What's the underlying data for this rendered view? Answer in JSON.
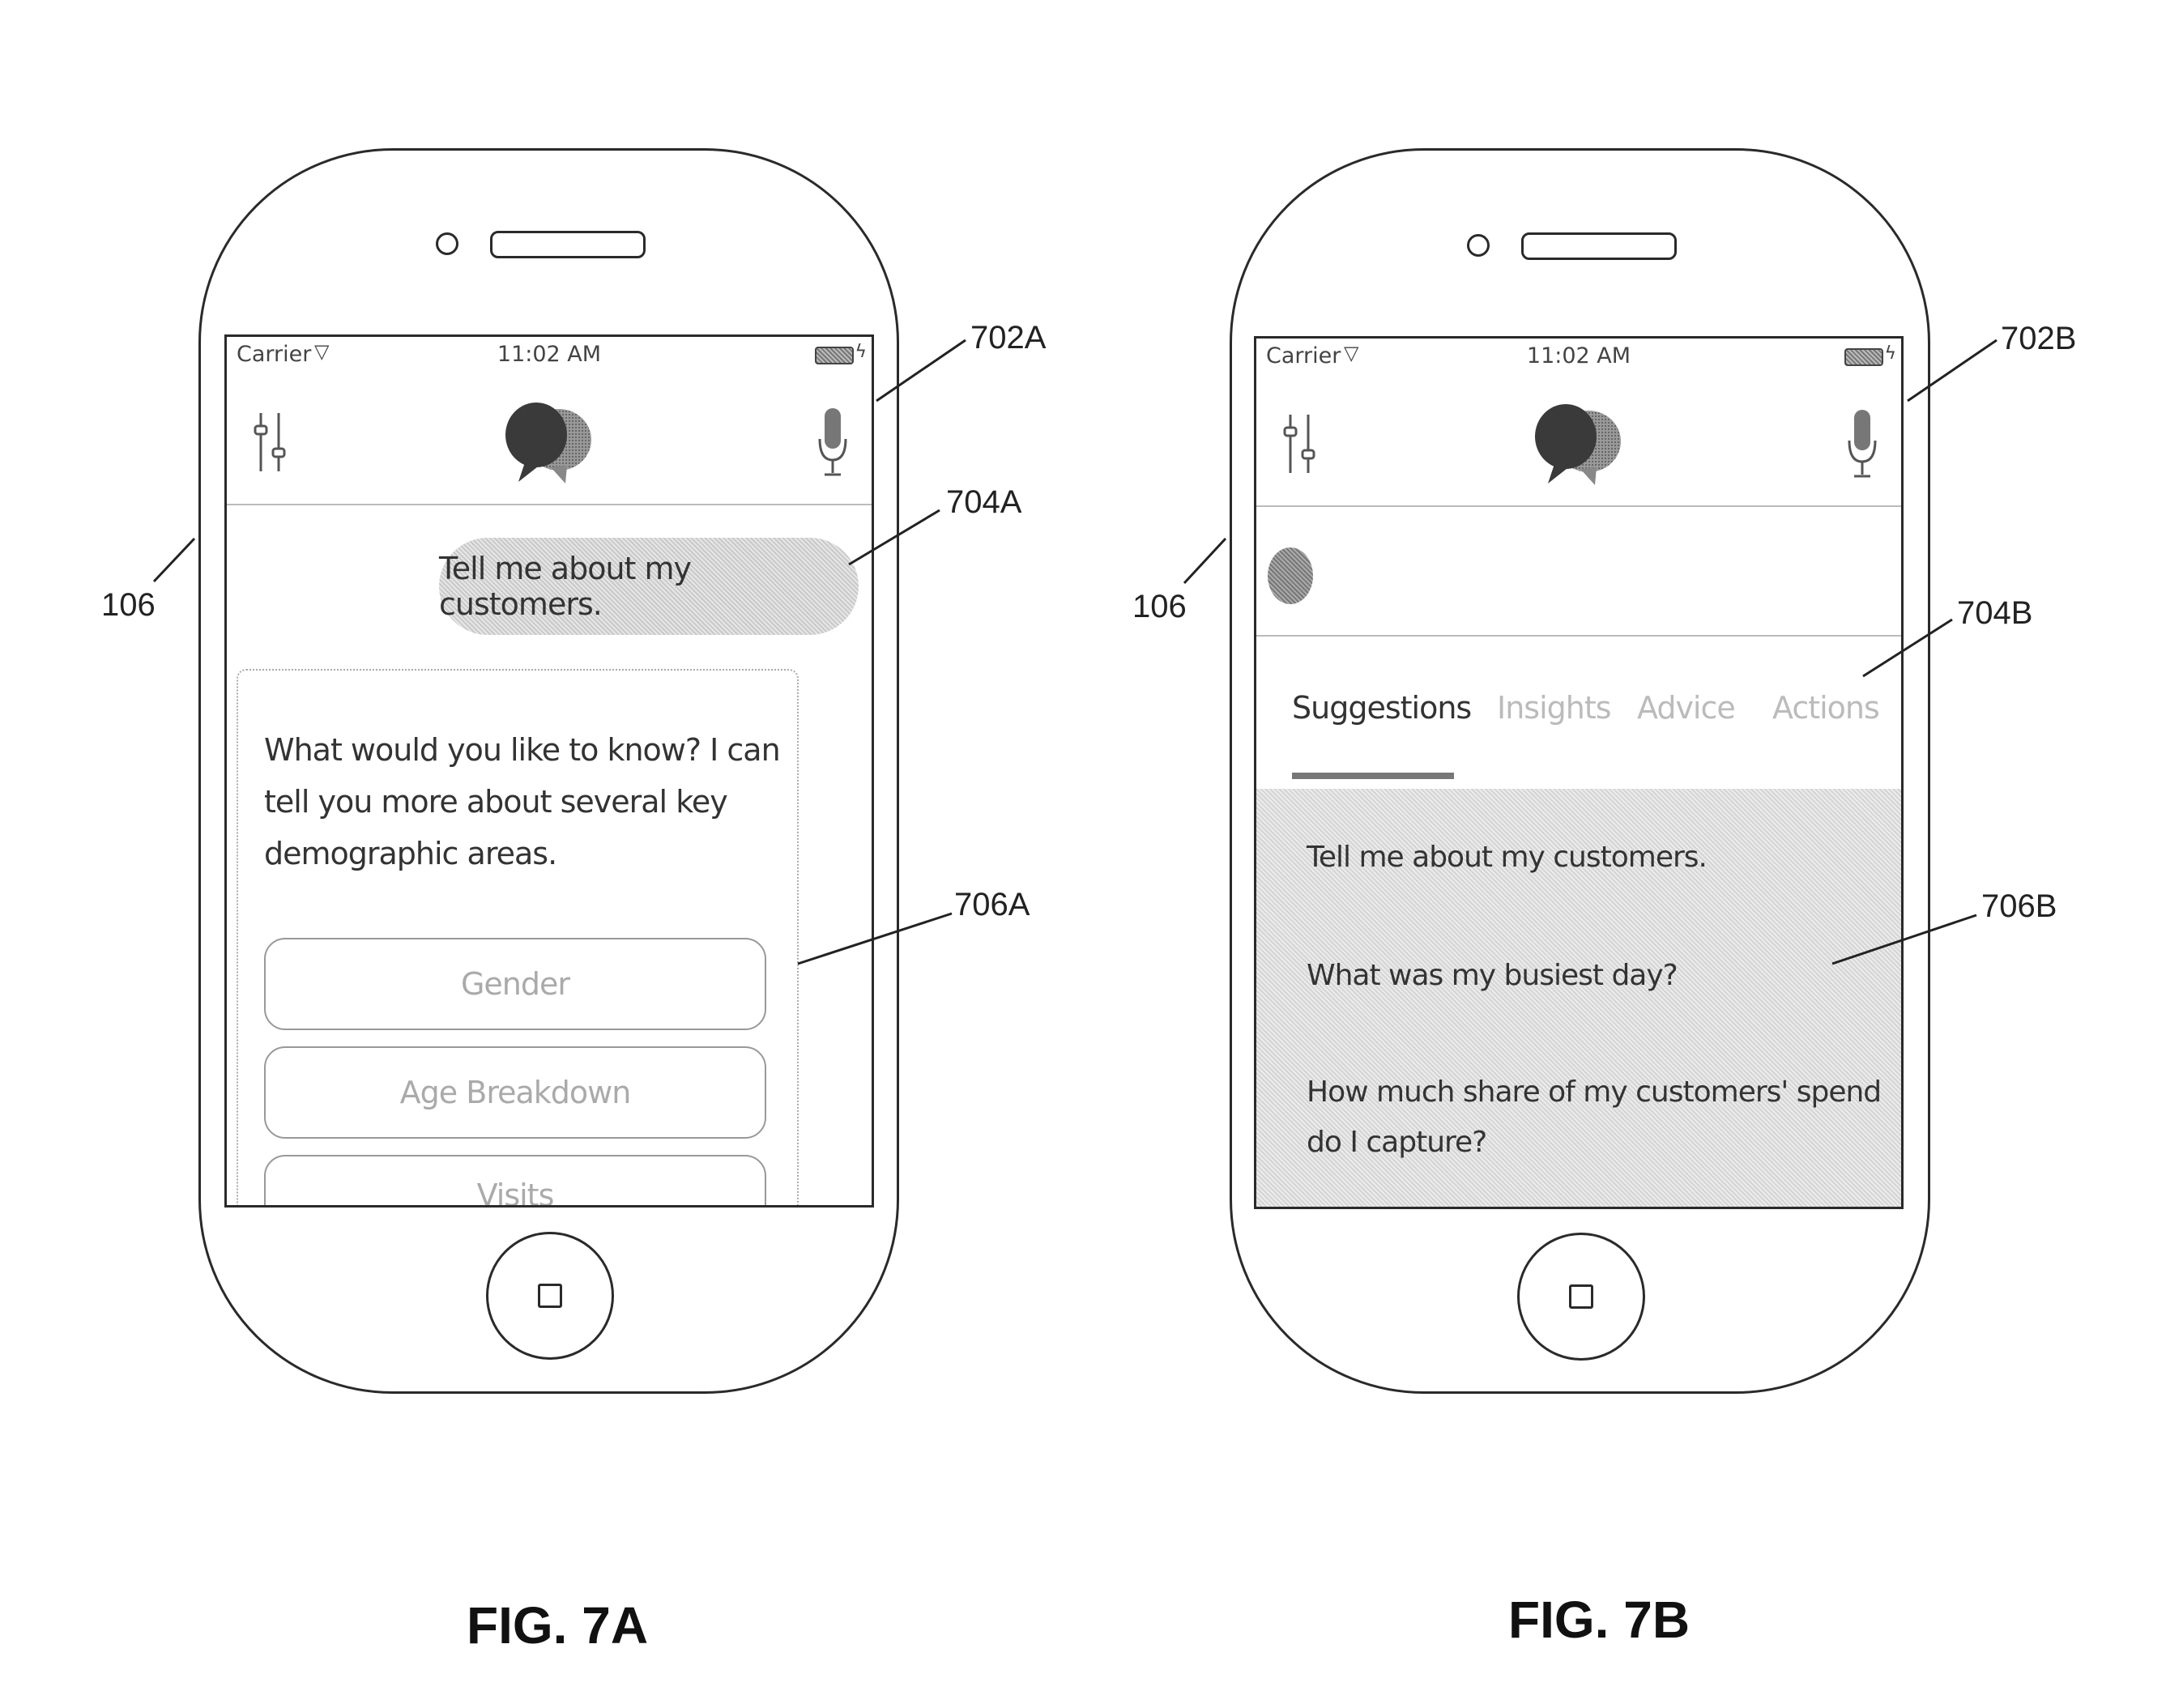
{
  "status": {
    "carrier": "Carrier",
    "time": "11:02 AM"
  },
  "fig_a": {
    "caption": "FIG. 7A",
    "user_message": "Tell me about my customers.",
    "reply_text": "What would you like to know? I can tell you more about several key demographic areas.",
    "options": [
      "Gender",
      "Age Breakdown",
      "Visits"
    ],
    "refs": {
      "device": "106",
      "screen": "702A",
      "message": "704A",
      "card": "706A"
    }
  },
  "fig_b": {
    "caption": "FIG. 7B",
    "tabs": [
      "Suggestions",
      "Insights",
      "Advice",
      "Actions"
    ],
    "active_tab": "Suggestions",
    "suggestions": [
      "Tell me about my customers.",
      "What was my busiest day?",
      "How much share of my customers' spend do I capture?"
    ],
    "refs": {
      "device": "106",
      "screen": "702B",
      "tabs": "704B",
      "suggestions": "706B"
    }
  },
  "icons": [
    "sliders-icon",
    "chat-bubbles-logo-icon",
    "microphone-icon",
    "wifi-icon",
    "battery-icon",
    "home-button-icon"
  ]
}
